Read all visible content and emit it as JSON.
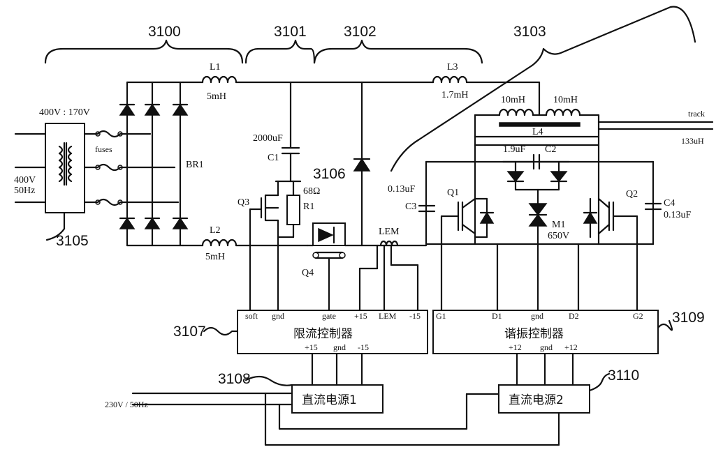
{
  "refs": {
    "r3100": "3100",
    "r3101": "3101",
    "r3102": "3102",
    "r3103": "3103",
    "r3105": "3105",
    "r3106": "3106",
    "r3107": "3107",
    "r3108": "3108",
    "r3109": "3109",
    "r3110": "3110"
  },
  "labels": {
    "transformer_ratio": "400V : 170V",
    "input_voltage": "400V",
    "input_freq": "50Hz",
    "fuses": "fuses",
    "bridge": "BR1",
    "l1": "L1",
    "l1_val": "5mH",
    "l2": "L2",
    "l2_val": "5mH",
    "l3": "L3",
    "l3_val": "1.7mH",
    "c1_val": "2000uF",
    "c1": "C1",
    "r1_val": "68Ω",
    "r1": "R1",
    "q3": "Q3",
    "q4": "Q4",
    "lem": "LEM",
    "c3_val": "0.13uF",
    "c3": "C3",
    "q1": "Q1",
    "l4a": "10mH",
    "l4b": "10mH",
    "l4": "L4",
    "c2_val": "1.9uF",
    "c2": "C2",
    "m1": "M1",
    "m1_val": "650V",
    "q2": "Q2",
    "c4": "C4",
    "c4_val": "0.13uF",
    "track": "track",
    "track_val": "133uH",
    "mains": "230V / 50Hz"
  },
  "controller1": {
    "title": "限流控制器",
    "pins_top": [
      "soft",
      "gnd",
      "gate",
      "+15",
      "LEM",
      "-15"
    ],
    "pins_bottom": [
      "+15",
      "gnd",
      "-15"
    ]
  },
  "controller2": {
    "title": "谐振控制器",
    "pins_top": [
      "G1",
      "D1",
      "gnd",
      "D2",
      "G2"
    ],
    "pins_bottom": [
      "+12",
      "gnd",
      "+12"
    ]
  },
  "psu1": {
    "title": "直流电源1"
  },
  "psu2": {
    "title": "直流电源2"
  }
}
